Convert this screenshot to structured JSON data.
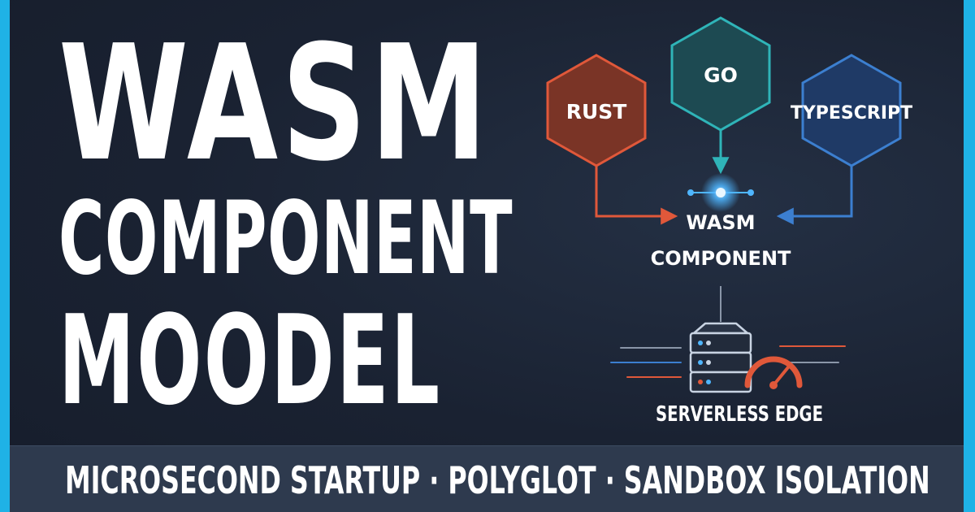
{
  "title": {
    "line1": "WASM",
    "line2": "COMPONENT",
    "line3": "MOODEL"
  },
  "languages": [
    {
      "label": "RUST",
      "color": "#e0583a",
      "fill": "#7a3426"
    },
    {
      "label": "GO",
      "color": "#2fb4b8",
      "fill": "#1d4a52"
    },
    {
      "label": "TYPESCRIPT",
      "color": "#3c7fd0",
      "fill": "#1f3a66"
    }
  ],
  "component": {
    "line1": "WASM",
    "line2": "COMPONENT",
    "glow_color": "#4fb6ff"
  },
  "edge": {
    "label": "SERVERLESS EDGE"
  },
  "footer": {
    "text": "MICROSECOND STARTUP · POLYGLOT · SANDBOX ISOLATION"
  },
  "colors": {
    "background": "#1a2232",
    "border": "#1fb2e6",
    "footer_bar": "#2e3a4e",
    "gauge": "#e0583a",
    "server_outline": "#c8d3e2"
  }
}
